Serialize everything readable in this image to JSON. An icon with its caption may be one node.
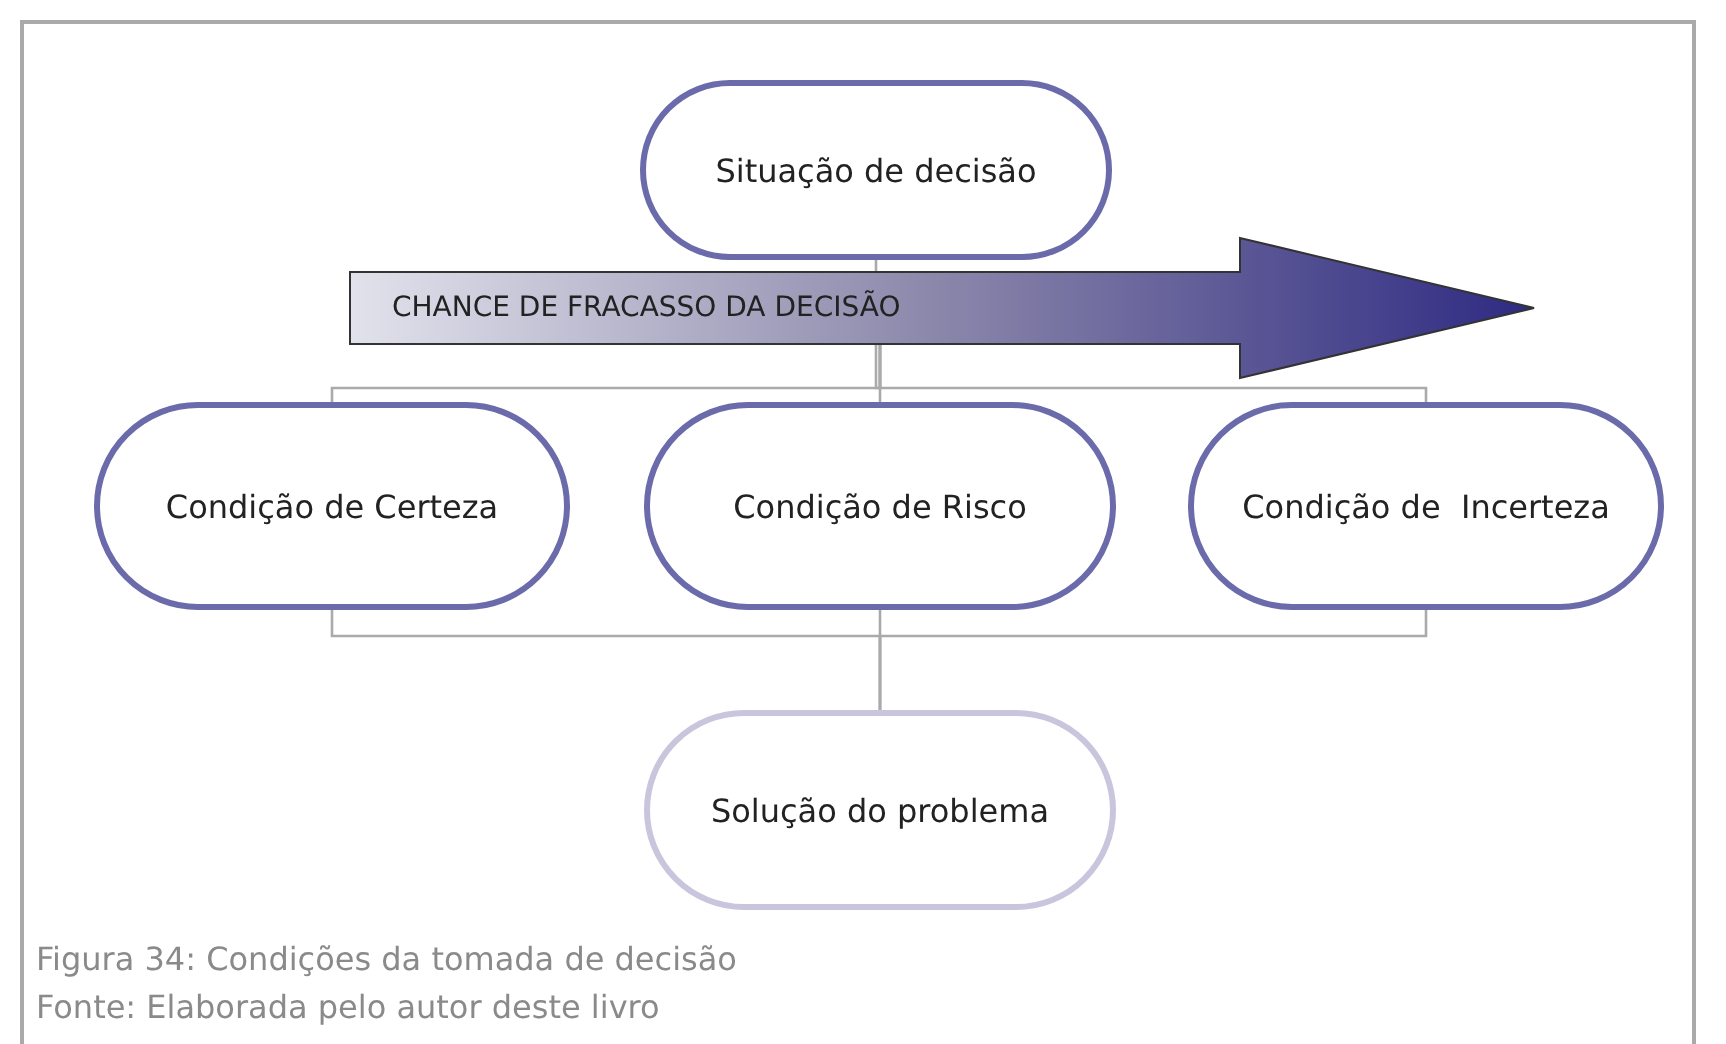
{
  "diagram": {
    "caption": "Figura 34: Condições da tomada de decisão",
    "nodes": [
      {
        "text": [
          "Situação de decisão"
        ]
      },
      {
        "text": [
          "CHANCE DE FRACASSO DA DECISÃO"
        ]
      },
      {
        "text": [
          "Condição de Certeza"
        ]
      },
      {
        "text": [
          "Condição de Risco"
        ]
      },
      {
        "text": [
          "Condição de  Incerteza"
        ]
      },
      {
        "text": [
          "Solução do problema"
        ]
      }
    ],
    "edges": [
      {
        "from": 0,
        "to": 1,
        "arrow": "none"
      },
      {
        "from": 1,
        "to": 2,
        "arrow": "none"
      },
      {
        "from": 1,
        "to": 3,
        "arrow": "none"
      },
      {
        "from": 1,
        "to": 4,
        "arrow": "none"
      },
      {
        "from": 2,
        "to": 5,
        "arrow": "none"
      },
      {
        "from": 3,
        "to": 5,
        "arrow": "none"
      },
      {
        "from": 4,
        "to": 5,
        "arrow": "none"
      }
    ],
    "labels": [
      "Fonte: Elaborada pelo autor deste livro"
    ]
  }
}
